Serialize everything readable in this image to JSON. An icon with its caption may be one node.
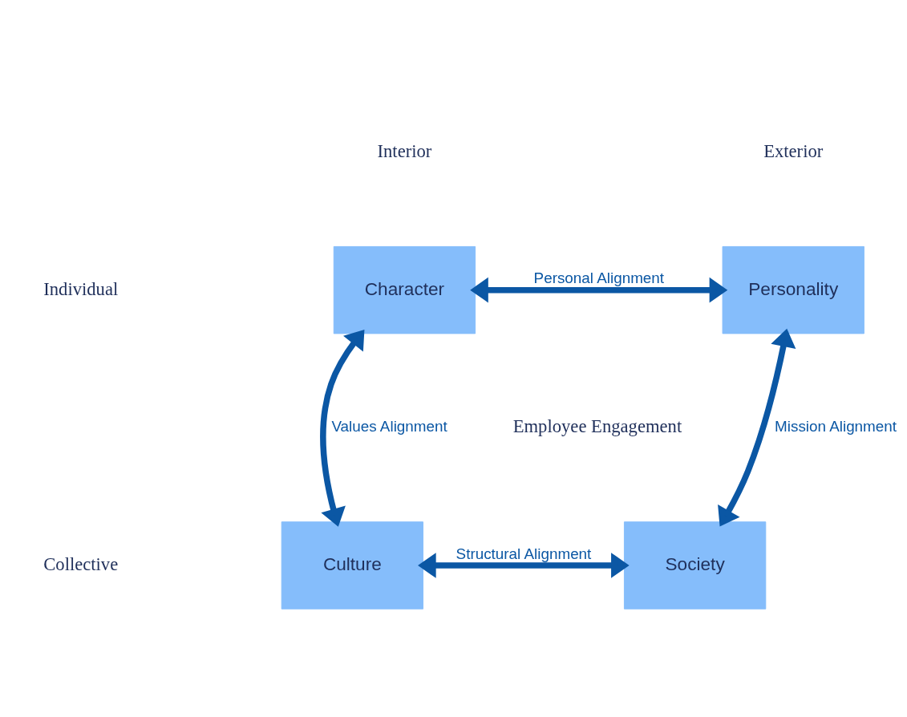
{
  "diagram": {
    "nodes": [
      {
        "text": [
          "Character"
        ]
      },
      {
        "text": [
          "Personality"
        ]
      },
      {
        "text": [
          "Culture"
        ]
      },
      {
        "text": [
          "Society"
        ]
      }
    ],
    "edges": [
      {
        "from": 0,
        "to": 1,
        "arrow": "both",
        "label": "Personal Alignment"
      },
      {
        "from": 0,
        "to": 2,
        "arrow": "both",
        "label": "Values Alignment"
      },
      {
        "from": 1,
        "to": 3,
        "arrow": "both",
        "label": "Mission Alignment"
      },
      {
        "from": 2,
        "to": 3,
        "arrow": "both",
        "label": "Structural Alignment"
      }
    ],
    "labels": [
      "Interior",
      "Exterior",
      "Individual",
      "Employee Engagement",
      "Collective"
    ]
  }
}
